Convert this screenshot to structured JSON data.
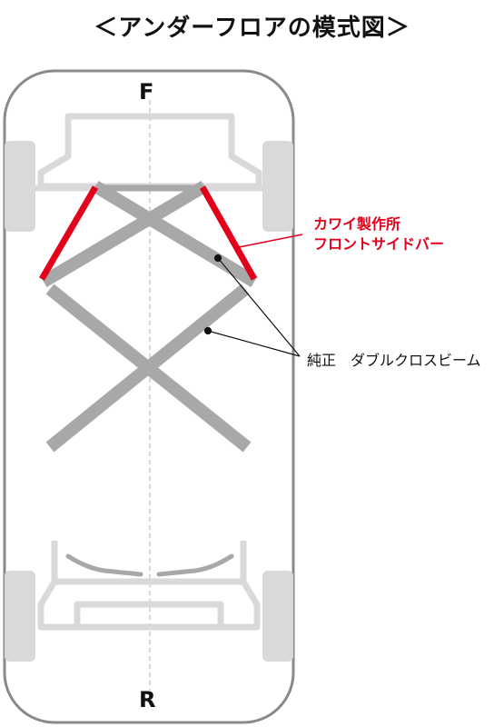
{
  "title": "＜アンダーフロアの模式図＞",
  "labels": {
    "front": "F",
    "rear": "R",
    "kawai_line1": "カワイ製作所",
    "kawai_line2": "フロントサイドバー",
    "stock": "純正　ダブルクロスビーム"
  },
  "colors": {
    "red_bar": "#e3001b",
    "beam_gray": "#a8a8a8",
    "body_outline": "#8a8a8a",
    "light_part": "#d9d9d9"
  }
}
